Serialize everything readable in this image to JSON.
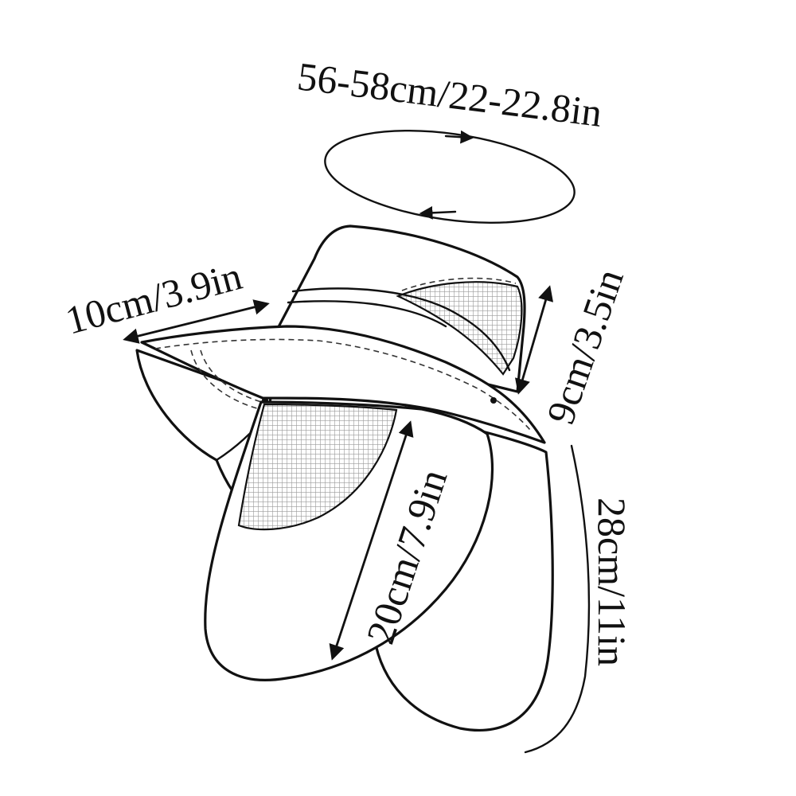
{
  "diagram": {
    "labels": {
      "circumference": "56-58cm/22-22.8in",
      "brim": "10cm/3.9in",
      "crown_height": "9cm/3.5in",
      "front_flap": "20cm/7.9in",
      "back_flap": "28cm/11in"
    },
    "colors": {
      "line": "#111111",
      "background": "#ffffff",
      "mesh": "#cfcfcf"
    }
  }
}
